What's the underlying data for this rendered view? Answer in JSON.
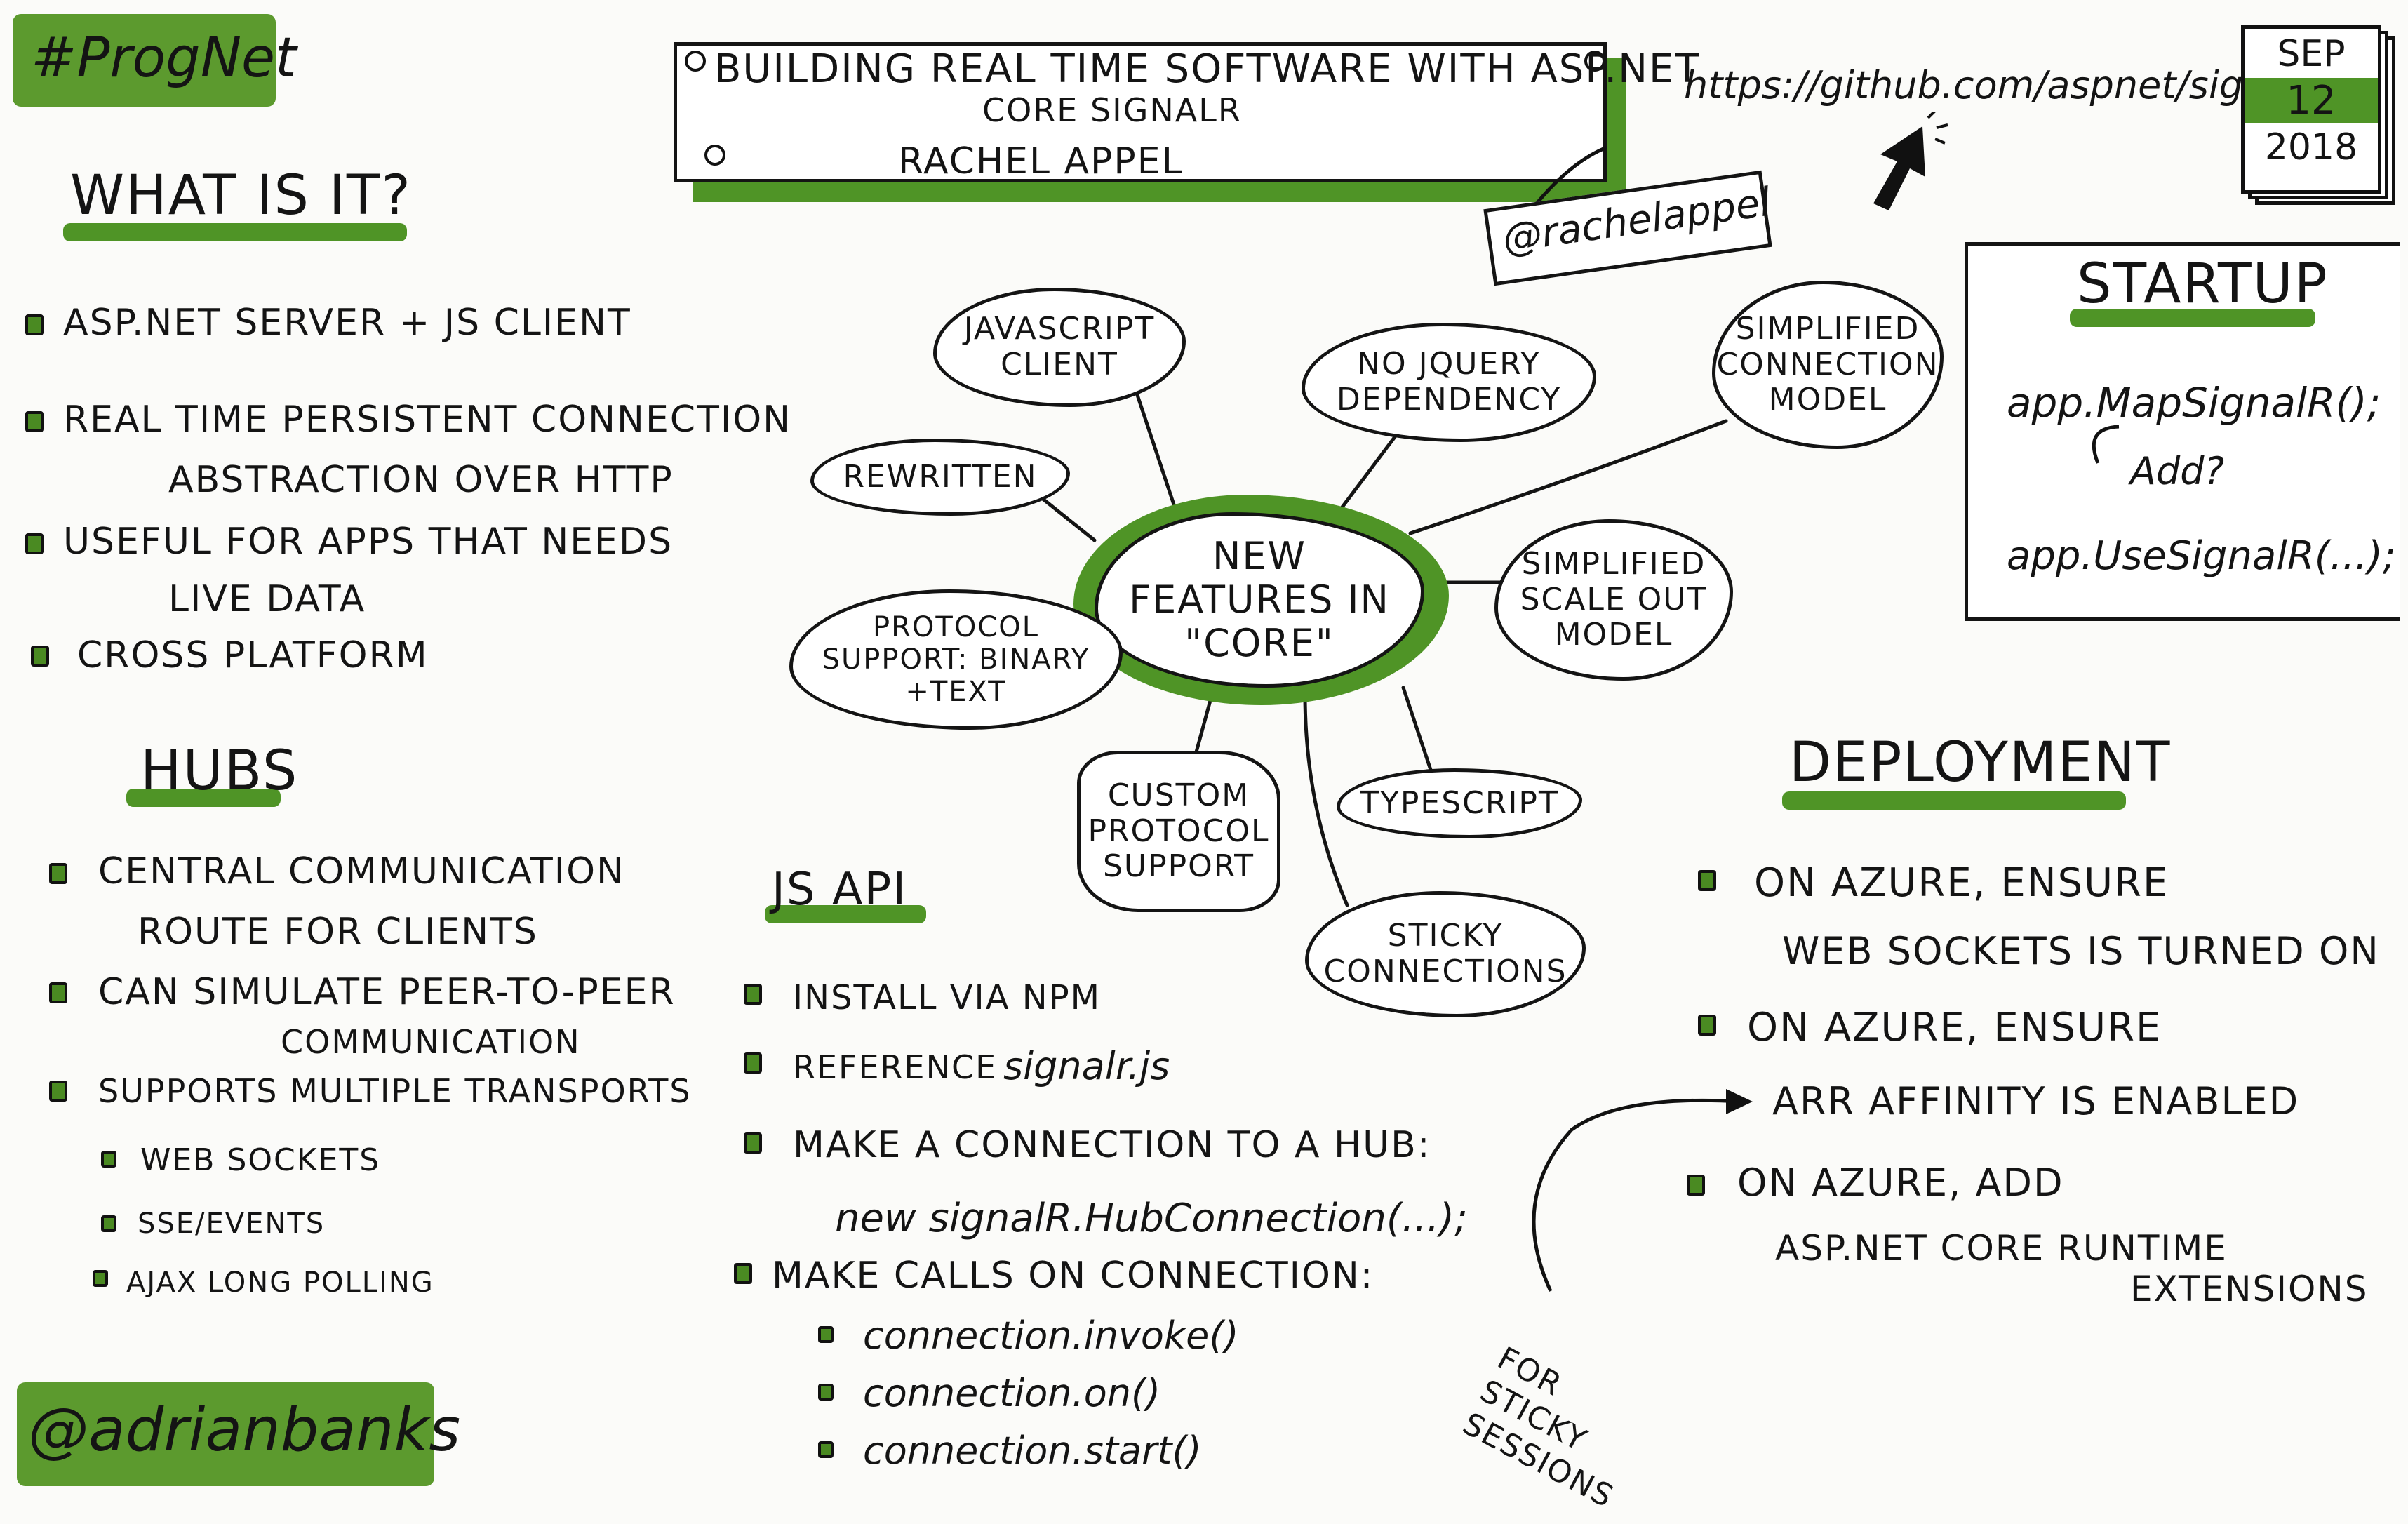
{
  "header": {
    "tag": "#ProgNet",
    "talk_title_line1": "Building Real Time Software With ASP.NET",
    "talk_title_line2": "Core SignalR",
    "speaker": "Rachel Appel",
    "speaker_handle": "@rachelappel",
    "url": "https://github.com/aspnet/signalr",
    "calendar": {
      "month": "SEP",
      "day": "12",
      "year": "2018"
    }
  },
  "what_is_it": {
    "title": "What is it?",
    "items": [
      "ASP.Net server + JS client",
      "Real time persistent connection",
      "abstraction over HTTP",
      "Useful for apps that needs",
      "live data",
      "Cross platform"
    ]
  },
  "hubs": {
    "title": "Hubs",
    "items": [
      "Central communication",
      "route for clients",
      "Can simulate peer-to-peer",
      "communication",
      "Supports multiple transports"
    ],
    "subitems": [
      "Web sockets",
      "SSE/events",
      "AJAX long polling"
    ]
  },
  "center": {
    "label": "New features in \"Core\"",
    "nodes": [
      "JavaScript\nclient",
      "No jQuery\ndependency",
      "Simplified\nconnection\nmodel",
      "Rewritten",
      "Simplified\nscale out\nmodel",
      "Protocol\nsupport: binary\n+text",
      "Custom\nprotocol\nsupport",
      "TypeScript",
      "Sticky\nconnections"
    ]
  },
  "startup": {
    "title": "Startup",
    "code1": "app.MapSignalR();",
    "note": "Add?",
    "code2": "app.UseSignalR(...);"
  },
  "js_api": {
    "title": "JS API",
    "items": [
      "Install via NPM",
      "Reference",
      "signalr.js",
      "Make a connection to a hub:",
      "new signalR.HubConnection(...);",
      "Make calls on connection:"
    ],
    "subitems": [
      "connection.invoke()",
      "connection.on()",
      "connection.start()"
    ]
  },
  "deployment": {
    "title": "Deployment",
    "items": [
      "On Azure, ensure",
      "Web sockets is turned on",
      "On Azure, ensure",
      "ARR affinity is enabled",
      "On Azure, add",
      "ASP.Net Core runtime",
      "extensions"
    ],
    "annotation": "For sticky sessions"
  },
  "footer": {
    "handle": "@adrianbanks"
  },
  "colors": {
    "highlight": "#5c9a2e",
    "ink": "#141414"
  }
}
